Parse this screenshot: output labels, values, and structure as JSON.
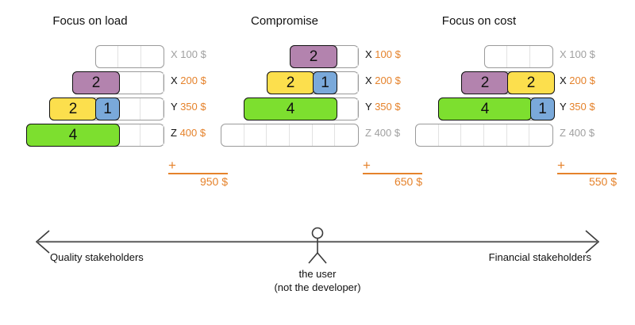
{
  "diagram": {
    "title_row": [
      "Focus on load",
      "Compromise",
      "Focus on cost"
    ],
    "axis": {
      "left_label": "Quality stakeholders",
      "right_label": "Financial stakeholders",
      "actor_name": "the user",
      "actor_note": "(not the developer)",
      "actor_icon": "stick-figure-icon",
      "left_arrow_icon": "arrow-left-icon",
      "right_arrow_icon": "arrow-right-icon"
    },
    "colors": {
      "purple": "#b383ae",
      "yellow": "#fcdf4d",
      "blue": "#7aa9da",
      "green": "#7ddf2f",
      "orange": "#e5822b",
      "gray": "#a0a0a0",
      "outline": "#9a9a9a"
    },
    "plus_sign": "+",
    "columns": [
      {
        "name": "focus-on-load",
        "title": "Focus on load",
        "total": "950 $",
        "rows": [
          {
            "key": "X",
            "value": "100 $",
            "dim": true,
            "cells": 3,
            "segments": []
          },
          {
            "key": "X",
            "value": "200 $",
            "dim": false,
            "cells": 4,
            "segments": [
              {
                "label": "2",
                "color": "purple",
                "units": 2,
                "start": 0
              }
            ]
          },
          {
            "key": "Y",
            "value": "350 $",
            "dim": false,
            "cells": 5,
            "segments": [
              {
                "label": "2",
                "color": "yellow",
                "units": 2,
                "start": 0
              },
              {
                "label": "1",
                "color": "blue",
                "units": 1,
                "start": 2
              }
            ]
          },
          {
            "key": "Z",
            "value": "400 $",
            "dim": false,
            "cells": 6,
            "segments": [
              {
                "label": "4",
                "color": "green",
                "units": 4,
                "start": 0
              }
            ]
          }
        ]
      },
      {
        "name": "compromise",
        "title": "Compromise",
        "total": "650 $",
        "rows": [
          {
            "key": "X",
            "value": "100 $",
            "dim": false,
            "cells": 3,
            "segments": [
              {
                "label": "2",
                "color": "purple",
                "units": 2,
                "start": 0
              }
            ]
          },
          {
            "key": "X",
            "value": "200 $",
            "dim": false,
            "cells": 4,
            "segments": [
              {
                "label": "2",
                "color": "yellow",
                "units": 2,
                "start": 0
              },
              {
                "label": "1",
                "color": "blue",
                "units": 1,
                "start": 2
              }
            ]
          },
          {
            "key": "Y",
            "value": "350 $",
            "dim": false,
            "cells": 5,
            "segments": [
              {
                "label": "4",
                "color": "green",
                "units": 4,
                "start": 0
              }
            ]
          },
          {
            "key": "Z",
            "value": "400 $",
            "dim": true,
            "cells": 6,
            "segments": []
          }
        ]
      },
      {
        "name": "focus-on-cost",
        "title": "Focus on cost",
        "total": "550 $",
        "rows": [
          {
            "key": "X",
            "value": "100 $",
            "dim": true,
            "cells": 3,
            "segments": []
          },
          {
            "key": "X",
            "value": "200 $",
            "dim": false,
            "cells": 4,
            "segments": [
              {
                "label": "2",
                "color": "purple",
                "units": 2,
                "start": 0
              },
              {
                "label": "2",
                "color": "yellow",
                "units": 2,
                "start": 2
              }
            ]
          },
          {
            "key": "Y",
            "value": "350 $",
            "dim": false,
            "cells": 5,
            "segments": [
              {
                "label": "4",
                "color": "green",
                "units": 4,
                "start": 0
              },
              {
                "label": "1",
                "color": "blue",
                "units": 1,
                "start": 4
              }
            ]
          },
          {
            "key": "Z",
            "value": "400 $",
            "dim": true,
            "cells": 6,
            "segments": []
          }
        ]
      }
    ]
  }
}
